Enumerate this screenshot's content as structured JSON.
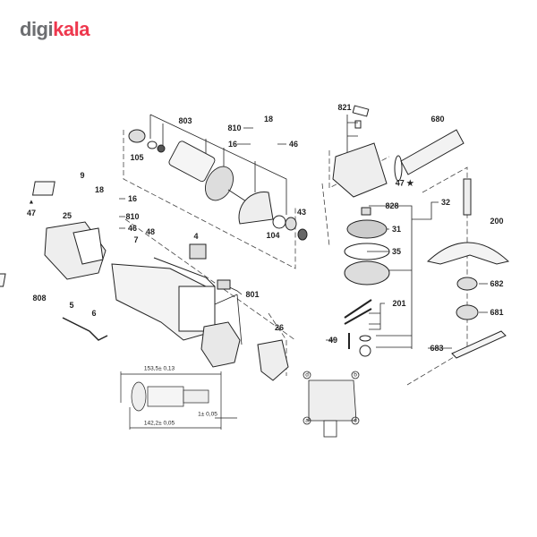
{
  "logo": {
    "part1": "digi",
    "part2": "kala"
  },
  "labels": {
    "p803": "803",
    "p810a": "810",
    "p18a": "18",
    "p16a": "16",
    "p46a": "46",
    "p105": "105",
    "p9": "9",
    "p18b": "18",
    "p16b": "16",
    "p810b": "810",
    "p46b": "46",
    "p47a": "47",
    "p47a_mark": "▲",
    "p25": "25",
    "p48": "48",
    "p7": "7",
    "p4": "4",
    "p43": "43",
    "p104": "104",
    "p808": "808",
    "p801": "801",
    "p5": "5",
    "p6": "6",
    "p26": "26",
    "p821": "821",
    "p680": "680",
    "p47b": "47 ★",
    "p828": "828",
    "p32": "32",
    "p31": "31",
    "p200": "200",
    "p35": "35",
    "p682": "682",
    "p201": "201",
    "p681": "681",
    "p49": "49",
    "p683": "683"
  },
  "dimensions": {
    "overall": "153,5± 0,13",
    "offset": "1± 0,05",
    "length": "142,2± 0,05"
  },
  "corner_marks": {
    "a": "a",
    "b": "b",
    "c": "c",
    "d": "d"
  }
}
